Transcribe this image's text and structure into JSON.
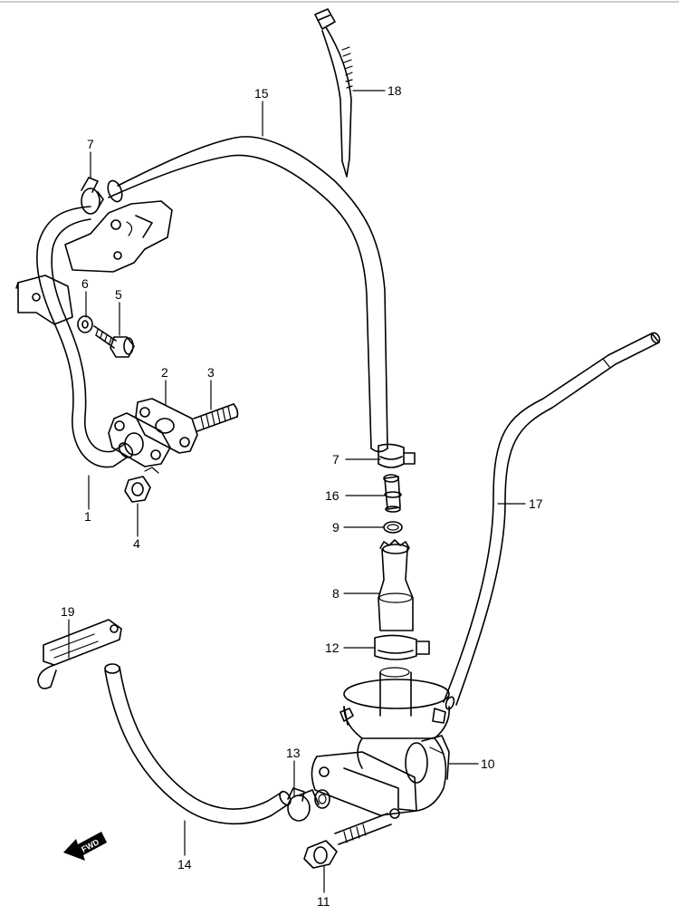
{
  "diagram": {
    "callouts": [
      {
        "id": "1",
        "text": "1"
      },
      {
        "id": "2",
        "text": "2"
      },
      {
        "id": "3",
        "text": "3"
      },
      {
        "id": "4",
        "text": "4"
      },
      {
        "id": "5",
        "text": "5"
      },
      {
        "id": "6",
        "text": "6"
      },
      {
        "id": "7a",
        "text": "7"
      },
      {
        "id": "7b",
        "text": "7"
      },
      {
        "id": "8",
        "text": "8"
      },
      {
        "id": "9",
        "text": "9"
      },
      {
        "id": "10",
        "text": "10"
      },
      {
        "id": "11",
        "text": "11"
      },
      {
        "id": "12",
        "text": "12"
      },
      {
        "id": "13",
        "text": "13"
      },
      {
        "id": "14",
        "text": "14"
      },
      {
        "id": "15",
        "text": "15"
      },
      {
        "id": "16",
        "text": "16"
      },
      {
        "id": "17",
        "text": "17"
      },
      {
        "id": "18",
        "text": "18"
      },
      {
        "id": "19",
        "text": "19"
      }
    ],
    "fwd_label": "FWD"
  }
}
